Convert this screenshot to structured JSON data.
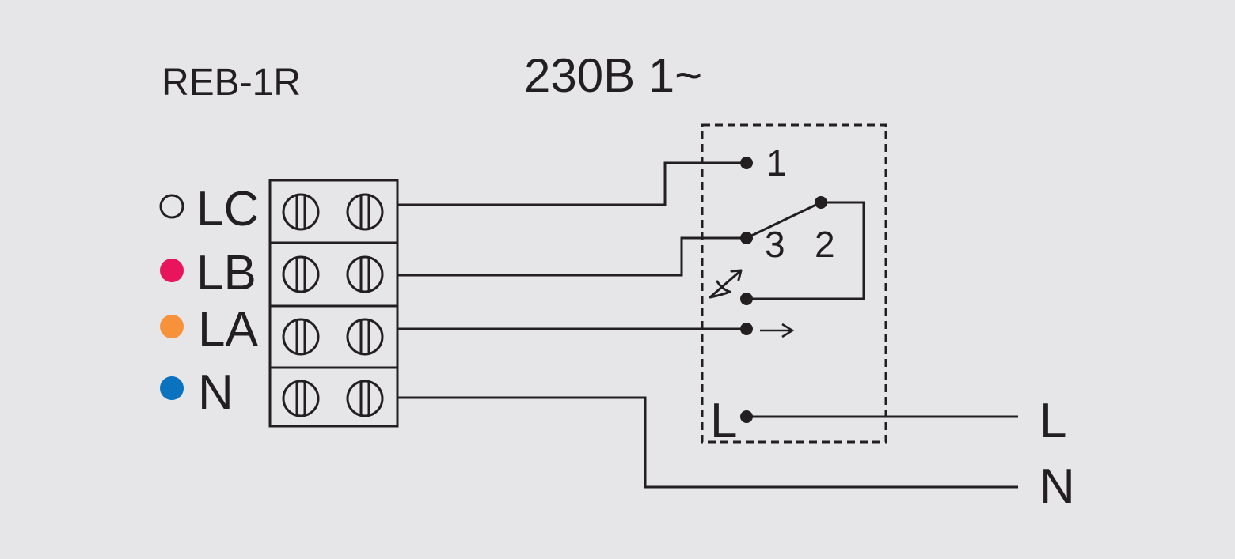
{
  "model": "REB-1R",
  "supply": "230В 1~",
  "terminals": [
    {
      "label": "LC",
      "color": "#ffffff",
      "marker": "hollow"
    },
    {
      "label": "LB",
      "color": "#e8145c"
    },
    {
      "label": "LA",
      "color": "#f7913a"
    },
    {
      "label": "N",
      "color": "#0a72bf"
    }
  ],
  "switch": {
    "contact_1": "1",
    "contact_3": "3",
    "contact_2": "2",
    "input_label": "L"
  },
  "mains": {
    "line": "L",
    "neutral": "N"
  },
  "colors": {
    "ink": "#231f20",
    "background": "#e6e6e8"
  }
}
